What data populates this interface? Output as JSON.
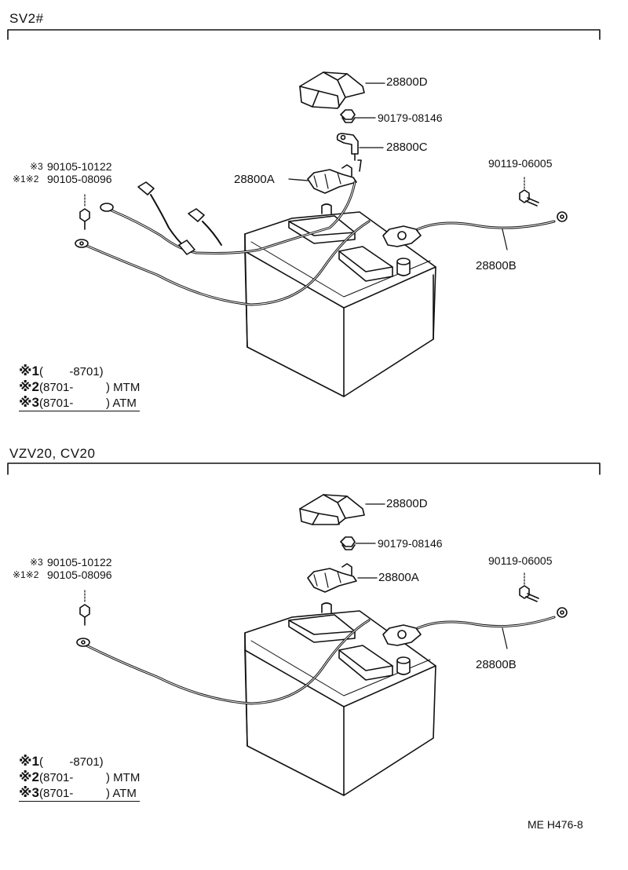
{
  "sections": [
    {
      "header": "SV2#",
      "parts": {
        "cover": "28800D",
        "nut": "90179-08146",
        "terminal_c": "28800C",
        "terminal_a": "28800A",
        "bolt_right": "90119-06005",
        "cable_b": "28800B",
        "bolt_left_3": "90105-10122",
        "bolt_left_12": "90105-08096",
        "bolt_left_3_mark": "※3",
        "bolt_left_12_mark": "※1※2"
      },
      "legend": [
        {
          "mark": "※1",
          "text": "(        -8701)"
        },
        {
          "mark": "※2",
          "text": "(8701-          ) MTM"
        },
        {
          "mark": "※3",
          "text": "(8701-          ) ATM"
        }
      ]
    },
    {
      "header": "VZV20, CV20",
      "parts": {
        "cover": "28800D",
        "nut": "90179-08146",
        "terminal_a": "28800A",
        "bolt_right": "90119-06005",
        "cable_b": "28800B",
        "bolt_left_3": "90105-10122",
        "bolt_left_12": "90105-08096",
        "bolt_left_3_mark": "※3",
        "bolt_left_12_mark": "※1※2"
      },
      "legend": [
        {
          "mark": "※1",
          "text": "(        -8701)"
        },
        {
          "mark": "※2",
          "text": "(8701-          ) MTM"
        },
        {
          "mark": "※3",
          "text": "(8701-          ) ATM"
        }
      ]
    }
  ],
  "footer_code": "ME H476-8"
}
